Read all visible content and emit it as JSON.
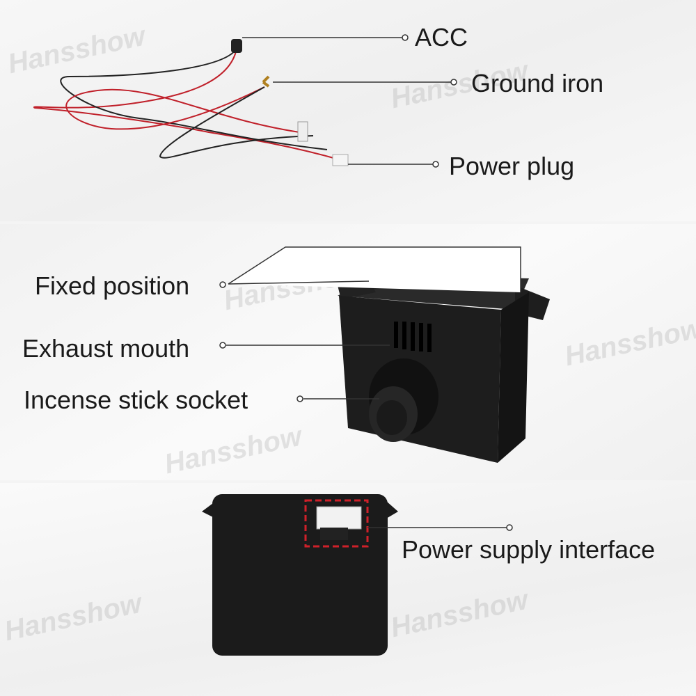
{
  "watermark": "Hansshow",
  "wiring": {
    "labels": {
      "acc": "ACC",
      "ground": "Ground iron",
      "plug": "Power plug"
    }
  },
  "front": {
    "labels": {
      "fixed": "Fixed position",
      "exhaust": "Exhaust mouth",
      "socket": "Incense stick socket"
    }
  },
  "back": {
    "labels": {
      "interface": "Power supply interface"
    }
  },
  "colors": {
    "highlight": "#d0202a",
    "device": "#1b1b1b"
  }
}
